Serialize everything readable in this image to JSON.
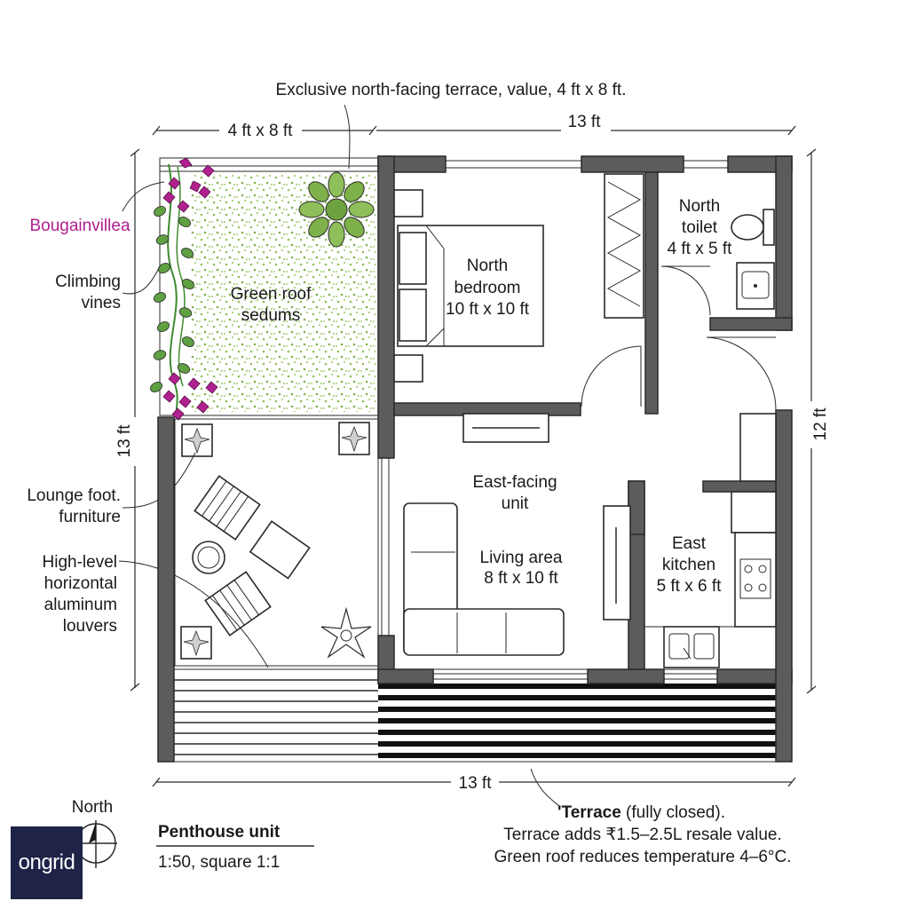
{
  "plan": {
    "header_note": "Exclusive north-facing terrace, value, 4 ft x 8 ft.",
    "dims": {
      "terrace_width": "4 ft x 8 ft",
      "top_width": "13 ft",
      "bottom_width": "13 ft",
      "left_height": "13 ft",
      "right_height": "12 ft"
    },
    "terrace_labels": {
      "bougainvillea": "Bougainvillea",
      "vines_line1": "Climbing",
      "vines_line2": "vines",
      "roof_line1": "Green roof",
      "roof_line2": "sedums",
      "lounge_line1": "Lounge foot.",
      "lounge_line2": "furniture",
      "louver_line1": "High-level",
      "louver_line2": "horizontal",
      "louver_line3": "aluminum",
      "louver_line4": "louvers"
    },
    "rooms": {
      "bedroom": {
        "line1": "North",
        "line2": "bedroom",
        "line3": "10 ft x 10 ft"
      },
      "toilet": {
        "line1": "North",
        "line2": "toilet",
        "line3": "4 ft x 5 ft"
      },
      "unit": {
        "line1": "East-facing",
        "line2": "unit"
      },
      "living": {
        "line1": "Living area",
        "line2": "8 ft x 10 ft"
      },
      "kitchen": {
        "line1": "East",
        "line2": "kitchen",
        "line3": "5 ft x 6 ft"
      }
    },
    "notes": {
      "line1_bold": "'Terrace",
      "line1_rest": " (fully closed).",
      "line2": "Terrace adds ₹1.5–2.5L resale value.",
      "line3": "Green roof reduces temperature 4–6°C."
    },
    "title": {
      "main": "Penthouse unit",
      "scale": "1:50, square 1:1"
    },
    "compass_label": "North",
    "logo_text": "ongrid",
    "colors": {
      "accent": "#b0208f",
      "wall": "#5c5c5c",
      "sedum": "#8fbf5a",
      "leaf": "#3e8a2e",
      "logo_bg": "#1f2347"
    }
  }
}
